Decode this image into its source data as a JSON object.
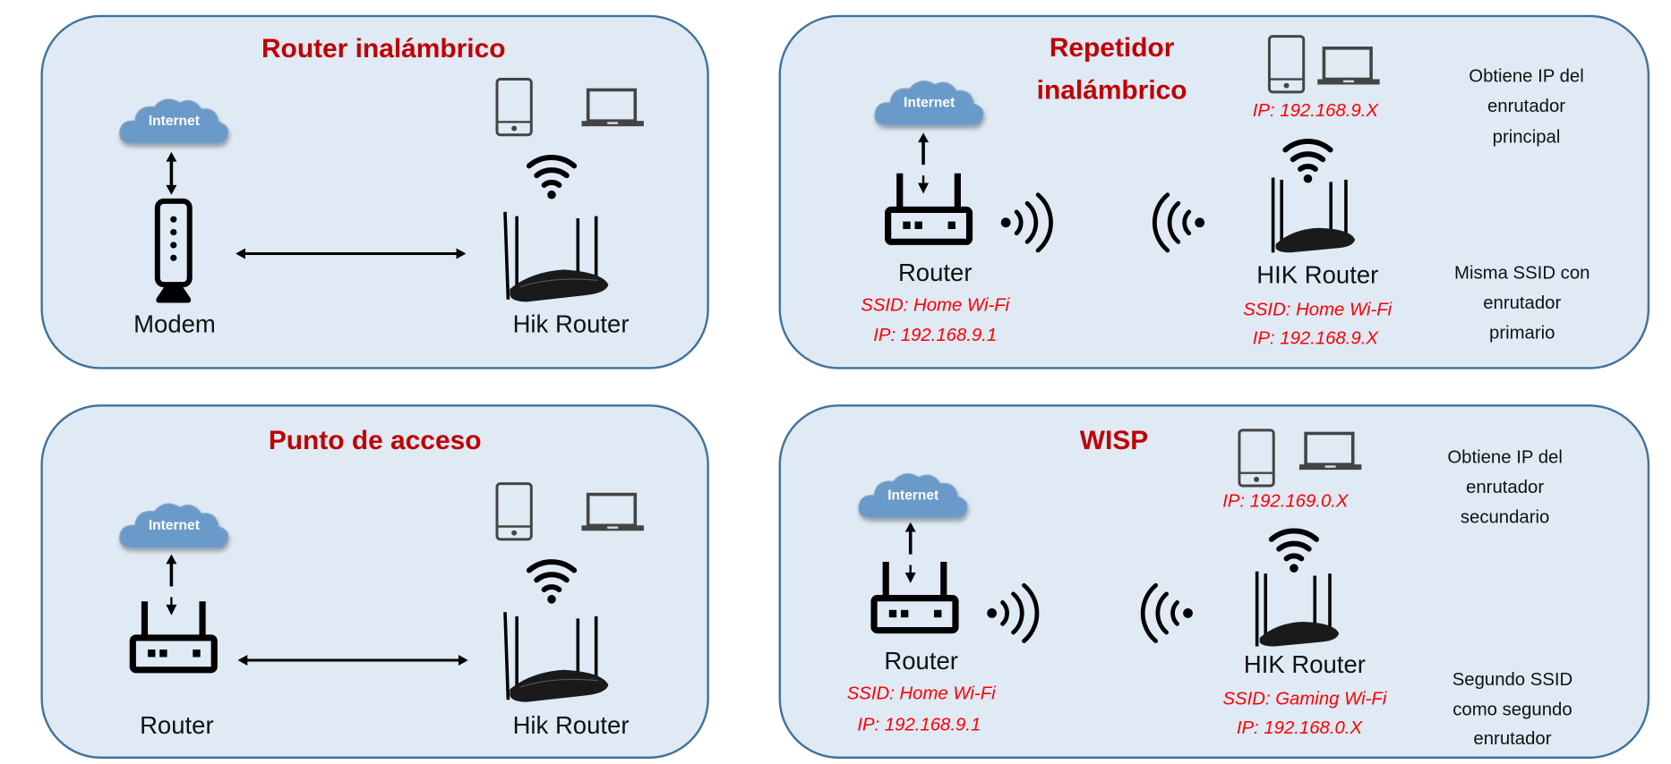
{
  "panels": {
    "router": {
      "title": "Router inalámbrico",
      "cloud": "Internet",
      "modem_label": "Modem",
      "hik_label": "Hik Router"
    },
    "repeater": {
      "title_line1": "Repetidor",
      "title_line2": "inalámbrico",
      "cloud": "Internet",
      "router_label": "Router",
      "router_ssid": "SSID: Home Wi-Fi",
      "router_ip": "IP: 192.168.9.1",
      "client_ip": "IP: 192.168.9.X",
      "hik_label": "HIK Router",
      "hik_ssid": "SSID: Home Wi-Fi",
      "hik_ip": "IP: 192.168.9.X",
      "note1": [
        "Obtiene IP del",
        "enrutador",
        "principal"
      ],
      "note2": [
        "Misma SSID con",
        "enrutador",
        "primario"
      ]
    },
    "access_point": {
      "title": "Punto de acceso",
      "cloud": "Internet",
      "router_label": "Router",
      "hik_label": "Hik Router"
    },
    "wisp": {
      "title": "WISP",
      "cloud": "Internet",
      "router_label": "Router",
      "router_ssid": "SSID: Home Wi-Fi",
      "router_ip": "IP: 192.168.9.1",
      "client_ip": "IP: 192.169.0.X",
      "hik_label": "HIK Router",
      "hik_ssid": "SSID: Gaming Wi-Fi",
      "hik_ip": "IP: 192.168.0.X",
      "note1": [
        "Obtiene IP del",
        "enrutador",
        "secundario"
      ],
      "note2": [
        "Segundo SSID",
        "como segundo",
        "enrutador"
      ]
    }
  },
  "colors": {
    "panel_bg": "#dfeaf5",
    "panel_border": "#41719c",
    "title": "#c00000",
    "config_text": "#ff0000",
    "cloud": "#6a9ac9"
  }
}
